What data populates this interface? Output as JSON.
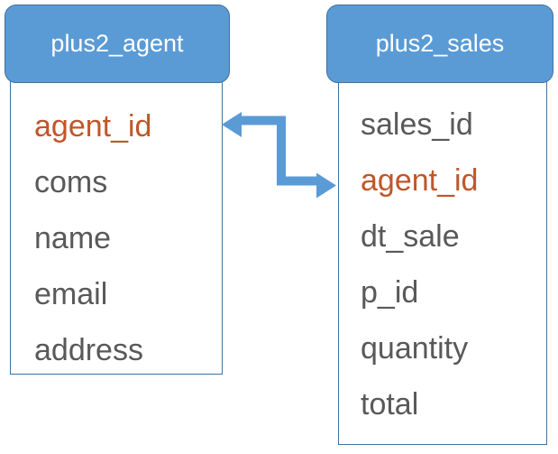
{
  "diagram": {
    "type": "entity-relationship-diagram",
    "colors": {
      "header_fill": "#5B9BD5",
      "header_border": "#41719C",
      "body_border": "#41719C",
      "body_fill": "#FFFFFF",
      "field_text": "#595959",
      "key_field_text": "#C0562A",
      "header_text": "#FFFFFF",
      "connector": "#5B9BD5"
    },
    "entities": [
      {
        "id": "plus2_agent",
        "title": "plus2_agent",
        "fields": [
          {
            "name": "agent_id",
            "is_key": true
          },
          {
            "name": "coms",
            "is_key": false
          },
          {
            "name": "name",
            "is_key": false
          },
          {
            "name": "email",
            "is_key": false
          },
          {
            "name": "address",
            "is_key": false
          }
        ]
      },
      {
        "id": "plus2_sales",
        "title": "plus2_sales",
        "fields": [
          {
            "name": "sales_id",
            "is_key": false
          },
          {
            "name": "agent_id",
            "is_key": true
          },
          {
            "name": "dt_sale",
            "is_key": false
          },
          {
            "name": "p_id",
            "is_key": false
          },
          {
            "name": "quantity",
            "is_key": false
          },
          {
            "name": "total",
            "is_key": false
          }
        ]
      }
    ],
    "relationship": {
      "name": "agent_id-foreign-key-link",
      "from_entity": "plus2_sales",
      "from_field": "agent_id",
      "to_entity": "plus2_agent",
      "to_field": "agent_id",
      "style": "double-headed-z-connector"
    }
  }
}
